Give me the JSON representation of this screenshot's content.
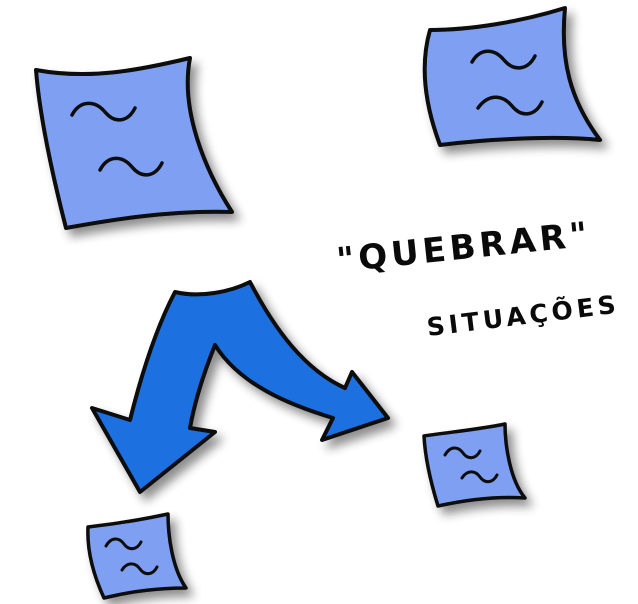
{
  "caption": {
    "line1": "\"QUEBRAR\"",
    "line2": "SITUAÇÕES"
  },
  "colors": {
    "sheet_fill": "#7fa0f2",
    "arrow_fill": "#1f6fe0",
    "outline": "#0a0a0a",
    "background": "#ffffff"
  },
  "elements": {
    "sheets": [
      "large-sheet",
      "large-sheet",
      "small-sheet",
      "small-sheet"
    ],
    "arrow": "split-arrow"
  }
}
